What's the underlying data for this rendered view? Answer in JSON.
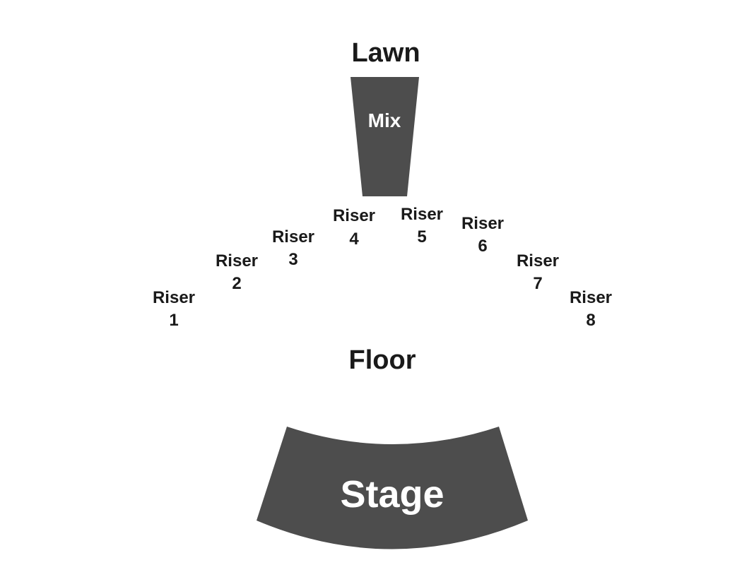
{
  "sections": {
    "lawn": "Lawn",
    "mix": "Mix",
    "floor": "Floor",
    "stage": "Stage"
  },
  "risers": [
    {
      "word": "Riser",
      "number": "1"
    },
    {
      "word": "Riser",
      "number": "2"
    },
    {
      "word": "Riser",
      "number": "3"
    },
    {
      "word": "Riser",
      "number": "4"
    },
    {
      "word": "Riser",
      "number": "5"
    },
    {
      "word": "Riser",
      "number": "6"
    },
    {
      "word": "Riser",
      "number": "7"
    },
    {
      "word": "Riser",
      "number": "8"
    }
  ],
  "colors": {
    "section_fill": "#4d4d4d",
    "label_text": "#1a1a1a",
    "section_text": "#ffffff"
  }
}
